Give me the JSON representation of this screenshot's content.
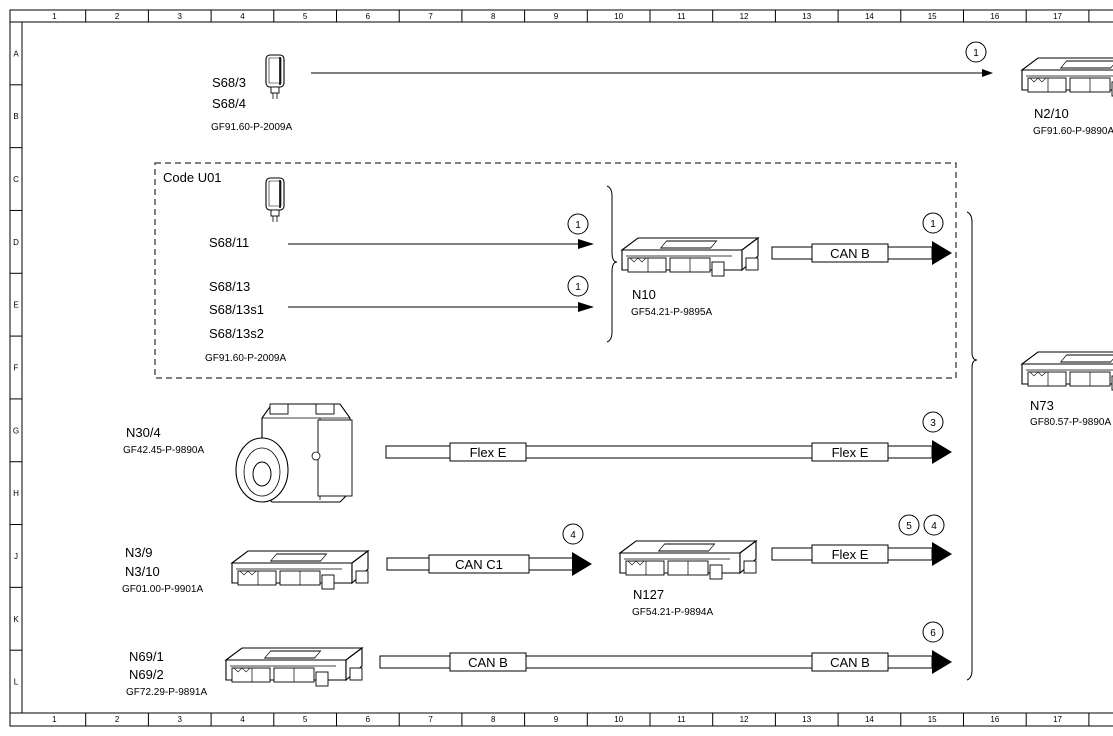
{
  "ruler": {
    "columns": [
      "1",
      "2",
      "3",
      "4",
      "5",
      "6",
      "7",
      "8",
      "9",
      "10",
      "11",
      "12",
      "13",
      "14",
      "15",
      "16",
      "17"
    ],
    "rows": [
      "A",
      "B",
      "C",
      "D",
      "E",
      "F",
      "G",
      "H",
      "J",
      "K",
      "L"
    ]
  },
  "code_box_label": "Code U01",
  "components": {
    "s68_3": "S68/3",
    "s68_4": "S68/4",
    "s68_3_ref": "GF91.60-P-2009A",
    "s68_11": "S68/11",
    "s68_13": "S68/13",
    "s68_13s1": "S68/13s1",
    "s68_13s2": "S68/13s2",
    "s68_13_ref": "GF91.60-P-2009A",
    "n10": "N10",
    "n10_ref": "GF54.21-P-9895A",
    "n2_10": "N2/10",
    "n2_10_ref": "GF91.60-P-9890A",
    "n73": "N73",
    "n73_ref": "GF80.57-P-9890A",
    "n30_4": "N30/4",
    "n30_4_ref": "GF42.45-P-9890A",
    "n3_9": "N3/9",
    "n3_10": "N3/10",
    "n3_ref": "GF01.00-P-9901A",
    "n127": "N127",
    "n127_ref": "GF54.21-P-9894A",
    "n69_1": "N69/1",
    "n69_2": "N69/2",
    "n69_ref": "GF72.29-P-9891A"
  },
  "buses": {
    "can_b": "CAN B",
    "flex_e": "Flex E",
    "can_c1": "CAN C1"
  },
  "markers": {
    "m1": "1",
    "m3": "3",
    "m4": "4",
    "m5": "5",
    "m6": "6"
  },
  "icons": [
    "seat-belt-buckle-icon",
    "control-unit-icon",
    "esp-hydraulic-unit-icon"
  ]
}
